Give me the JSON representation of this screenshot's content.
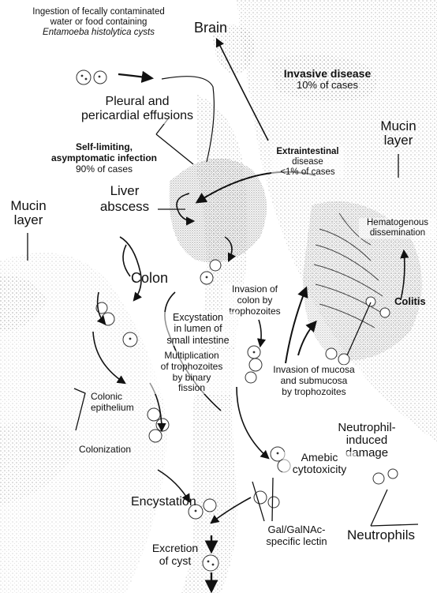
{
  "labels": {
    "ingestion": [
      "Ingestion of fecally contaminated",
      "water or food containing",
      "Entamoeba histolytica cysts"
    ],
    "brain": "Brain",
    "invasive_title": "Invasive disease",
    "invasive_pct": "10% of cases",
    "pleural": [
      "Pleural and",
      "pericardial effusions"
    ],
    "mucin_right": [
      "Mucin",
      "layer"
    ],
    "self_limiting": [
      "Self-limiting,",
      "asymptomatic infection",
      "90% of cases"
    ],
    "extraintestinal": [
      "Extraintestinal",
      "disease",
      "<1% of cases"
    ],
    "liver": [
      "Liver",
      "abscess"
    ],
    "mucin_left": [
      "Mucin",
      "layer"
    ],
    "hematogenous": [
      "Hematogenous",
      "dissemination"
    ],
    "colon": "Colon",
    "invasion_colon": [
      "Invasion of",
      "colon by",
      "trophozoites"
    ],
    "colitis": "Colitis",
    "excystation": [
      "Excystation",
      "in lumen of",
      "small intestine"
    ],
    "multiplication": [
      "Multiplication",
      "of trophozoites",
      "by binary",
      "fission"
    ],
    "invasion_mucosa": [
      "Invasion of mucosa",
      "and submucosa",
      "by trophozoites"
    ],
    "colonic_epithelium": [
      "Colonic",
      "epithelium"
    ],
    "neutrophil_damage": [
      "Neutrophil-",
      "induced",
      "damage"
    ],
    "colonization": "Colonization",
    "amebic": [
      "Amebic",
      "cytotoxicity"
    ],
    "encystation": "Encystation",
    "lectin": [
      "Gal/GalNAc-",
      "specific lectin"
    ],
    "neutrophils": "Neutrophils",
    "excretion": [
      "Excretion",
      "of cyst"
    ]
  },
  "colors": {
    "ink": "#111111",
    "stipple": "#9a9a9a",
    "stipple_dark": "#6d6d6d"
  }
}
